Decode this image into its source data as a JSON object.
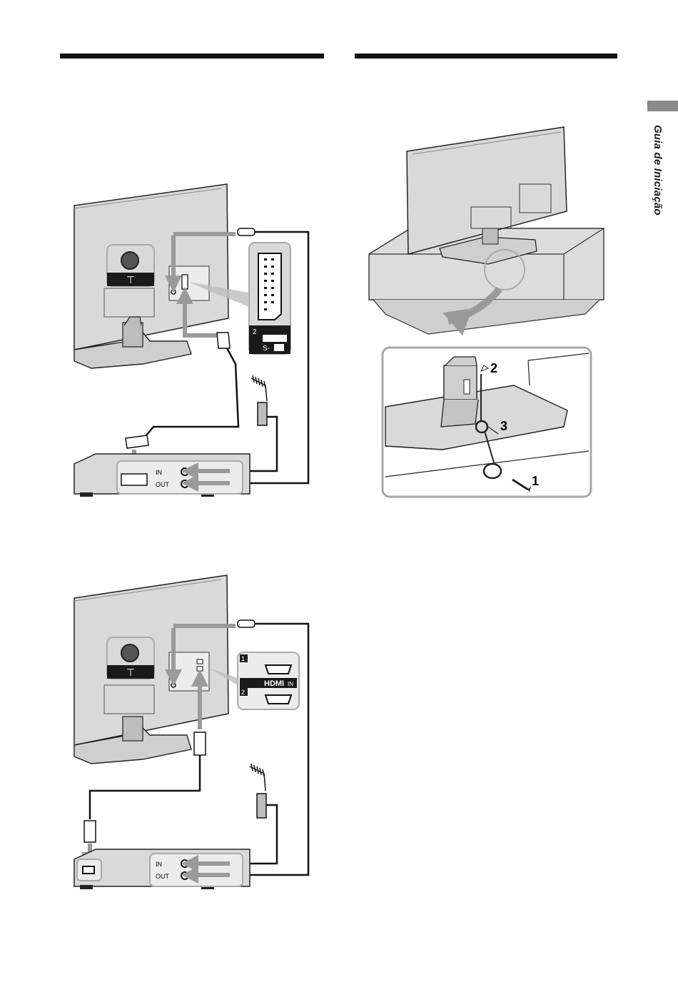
{
  "side_tab": {
    "label": "Guia de Iniciação",
    "color": "#8a8a8a"
  },
  "diagram_scart": {
    "antenna_symbol": "⊤",
    "scart_port_number": "2",
    "scart_port_label": "S-",
    "recorder": {
      "in_label": "IN",
      "out_label": "OUT"
    }
  },
  "diagram_hdmi": {
    "antenna_symbol": "⊤",
    "hdmi_port_1": "1",
    "hdmi_port_2": "2",
    "hdmi_logo": "HDMI",
    "hdmi_in_label": "IN",
    "recorder": {
      "in_label": "IN",
      "out_label": "OUT"
    }
  },
  "diagram_stand": {
    "steps": [
      "1",
      "2",
      "3"
    ]
  },
  "colors": {
    "ink": "#1a1a1a",
    "arrow_gray": "#9a9a9a",
    "panel_gray": "#d9d9d9",
    "highlight_border": "#a8a8a8"
  }
}
